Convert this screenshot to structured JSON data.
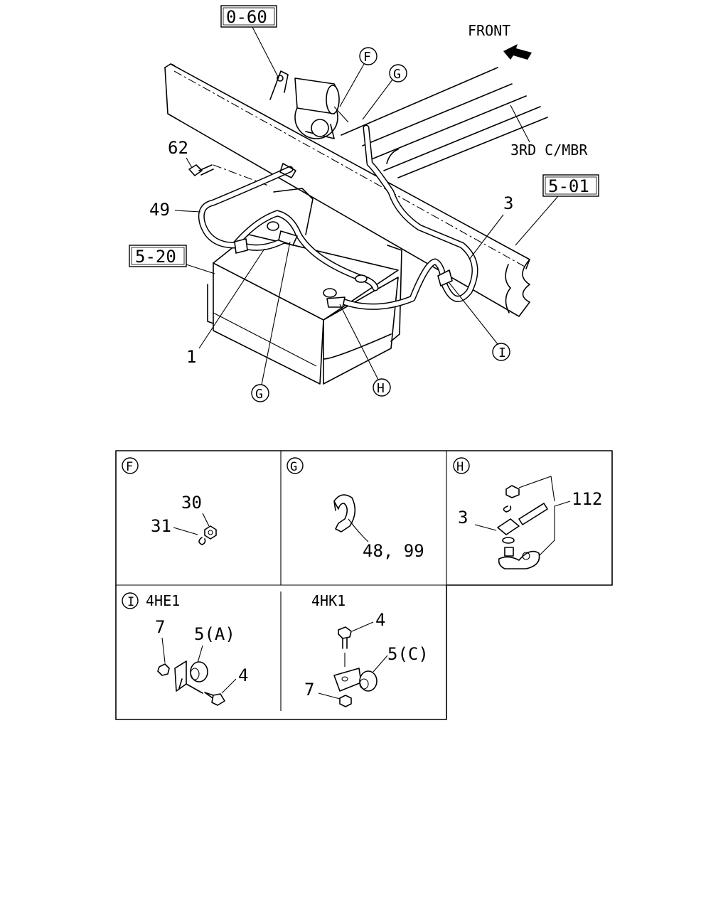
{
  "callouts": {
    "front": "FRONT",
    "crossmember": "3RD C/MBR",
    "ref_starter": "0-60",
    "ref_frame": "5-01",
    "ref_battery_box": "5-20",
    "bolt": "62",
    "cable_49": "49",
    "cable_3": "3",
    "cable_1": "1",
    "detail_f": "F",
    "detail_g": "G",
    "detail_h": "H",
    "detail_i": "I"
  },
  "panels": {
    "f": {
      "mark": "F",
      "nut": "30",
      "washer": "31"
    },
    "g": {
      "mark": "G",
      "clip": "48, 99"
    },
    "h": {
      "mark": "H",
      "terminal": "112",
      "cable": "3"
    },
    "i_4he1": {
      "mark": "I",
      "variant": "4HE1",
      "nut": "7",
      "clamp": "5(A)",
      "bolt": "4"
    },
    "i_4hk1": {
      "variant": "4HK1",
      "bolt": "4",
      "clamp": "5(C)",
      "nut": "7"
    }
  }
}
